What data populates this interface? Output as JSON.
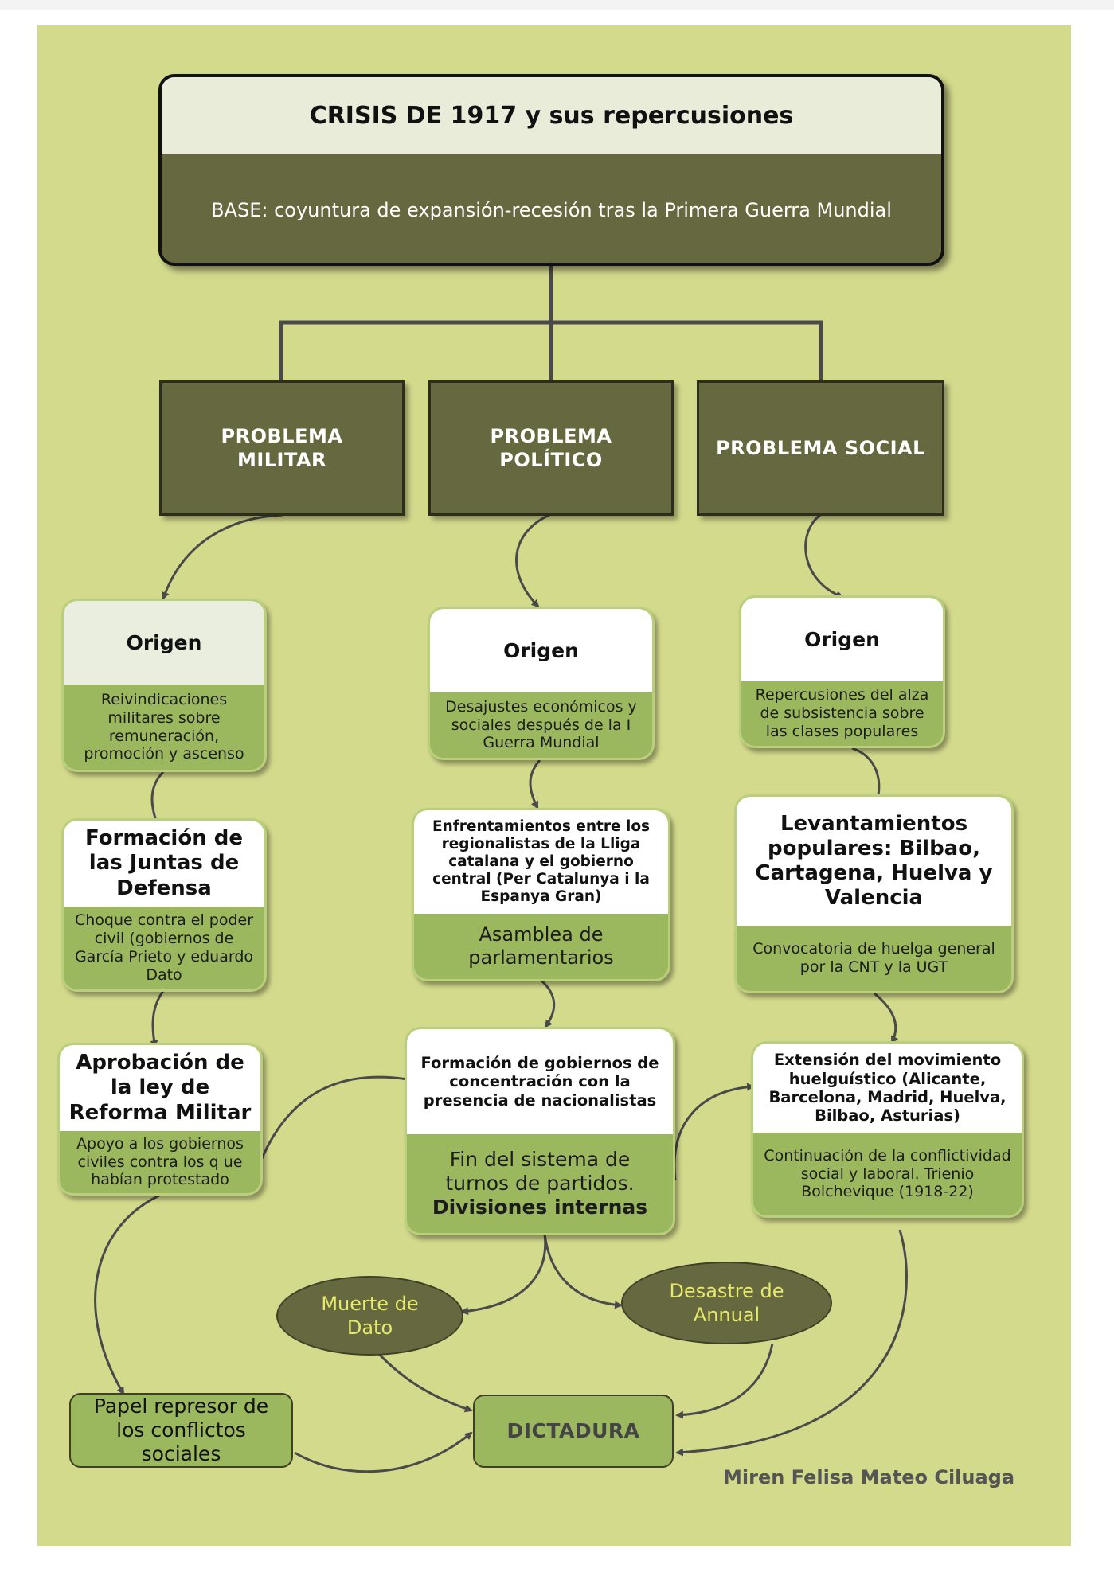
{
  "title": {
    "heading": "CRISIS DE 1917 y sus repercusiones",
    "base": "BASE: coyuntura de expansión-recesión tras la Primera Guerra Mundial"
  },
  "problems": {
    "militar": "PROBLEMA MILITAR",
    "politico": "PROBLEMA POLÍTICO",
    "social": "PROBLEMA SOCIAL"
  },
  "militar": {
    "origen_title": "Origen",
    "origen_text": "Reivindicaciones militares sobre remuneración, promoción y ascenso",
    "juntas_title": "Formación de las Juntas de Defensa",
    "juntas_text": "Choque contra el poder civil (gobiernos de García Prieto y eduardo Dato",
    "ley_title": "Aprobación de la ley de Reforma Militar",
    "ley_text": "Apoyo a los gobiernos civiles contra los q ue habían protestado",
    "represor": "Papel represor de los conflictos sociales"
  },
  "politico": {
    "origen_title": "Origen",
    "origen_text": "Desajustes económicos y sociales después de la I Guerra Mundial",
    "enfrent_title": "Enfrentamientos entre los regionalistas de la Lliga catalana y el gobierno central (Per Catalunya i la Espanya Gran)",
    "enfrent_text": "Asamblea de parlamentarios",
    "gobiernos_title": "Formación de gobiernos de concentración con la presencia de nacionalistas",
    "gobiernos_text": "Fin del sistema de turnos de partidos.",
    "gobiernos_bold": "Divisiones internas"
  },
  "social": {
    "origen_title": "Origen",
    "origen_text": "Repercusiones del alza de subsistencia sobre las clases populares",
    "levant_title": "Levantamientos populares: Bilbao, Cartagena, Huelva y Valencia",
    "levant_text": "Convocatoria de huelga general por la CNT y la UGT",
    "extension_title": "Extensión del movimiento huelguístico (Alicante, Barcelona, Madrid, Huelva, Bilbao, Asturias)",
    "extension_text": "Continuación de la conflictividad social y laboral. Trienio Bolchevique (1918-22)"
  },
  "outcomes": {
    "muerte": "Muerte de Dato",
    "desastre": "Desastre de Annual",
    "dictadura": "DICTADURA"
  },
  "author": "Miren Felisa Mateo Ciluaga",
  "colors": {
    "background": "#d4da8c",
    "dark_olive": "#66683f",
    "card_green": "#9cb85e",
    "ellipse_text": "#e6ea6c"
  }
}
